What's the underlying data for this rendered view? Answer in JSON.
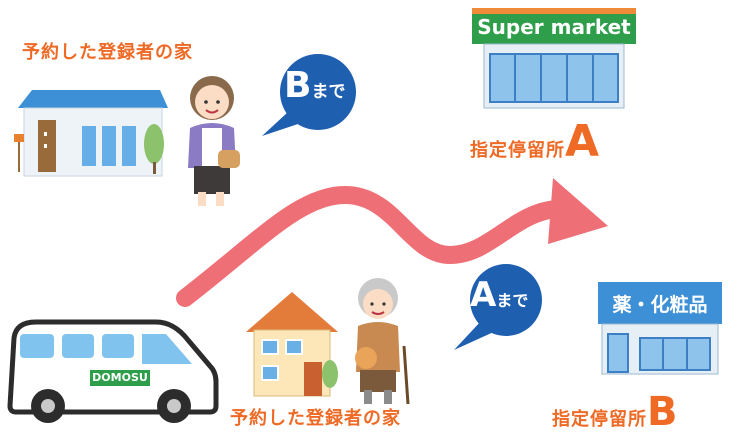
{
  "labels": {
    "home_top": "予約した登録者の家",
    "home_bottom": "予約した登録者の家",
    "stop_a_prefix": "指定停留所",
    "stop_a_letter": "A",
    "stop_b_prefix": "指定停留所",
    "stop_b_letter": "B"
  },
  "bubbles": {
    "top": {
      "letter": "B",
      "suffix": "まで"
    },
    "bottom": {
      "letter": "A",
      "suffix": "まで"
    }
  },
  "stores": {
    "supermarket": "Super market",
    "pharmacy": "薬・化粧品"
  },
  "van": {
    "brand": "DOMOSU"
  },
  "colors": {
    "accent_orange": "#ee6a25",
    "bubble_blue": "#1f5fb0",
    "arrow_pink": "#ef6f76",
    "store_green": "#2e9e4a",
    "roof_blue": "#3d8fd6"
  }
}
